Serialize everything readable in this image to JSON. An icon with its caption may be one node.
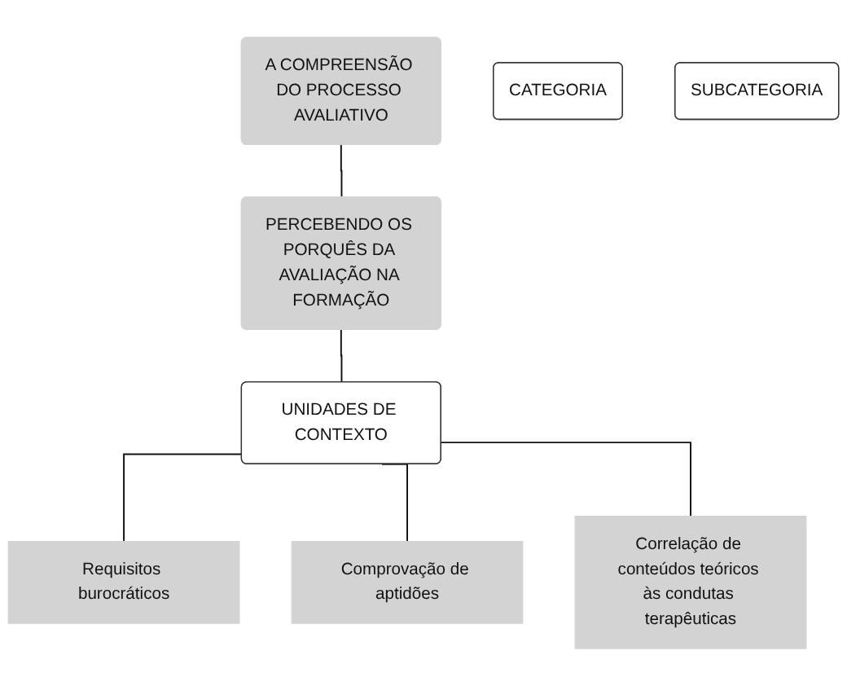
{
  "diagram": {
    "nodes": [
      {
        "text": [
          "A COMPREENSÃO DO PROCESSO AVALIATIVO"
        ]
      },
      {
        "text": [
          "CATEGORIA"
        ]
      },
      {
        "text": [
          "PERCEBENDO OS PORQUÊS DA AVALIAÇÃO NA FORMAÇÃO"
        ]
      },
      {
        "text": [
          "SUBCATEGORIA"
        ]
      },
      {
        "text": [
          "UNIDADES DE CONTEXTO"
        ]
      },
      {
        "text": [
          "Requisitos burocráticos"
        ]
      },
      {
        "text": [
          "Comprovação de aptidões"
        ]
      },
      {
        "text": [
          "Correlação de conteúdos teóricos às condutas terapêuticas"
        ]
      }
    ],
    "edges": [
      {
        "from": 0,
        "to": 2,
        "arrow": "none"
      },
      {
        "from": 2,
        "to": 4,
        "arrow": "none"
      },
      {
        "from": 4,
        "to": 5,
        "arrow": "none"
      },
      {
        "from": 4,
        "to": 6,
        "arrow": "none"
      },
      {
        "from": 4,
        "to": 7,
        "arrow": "none"
      }
    ]
  }
}
